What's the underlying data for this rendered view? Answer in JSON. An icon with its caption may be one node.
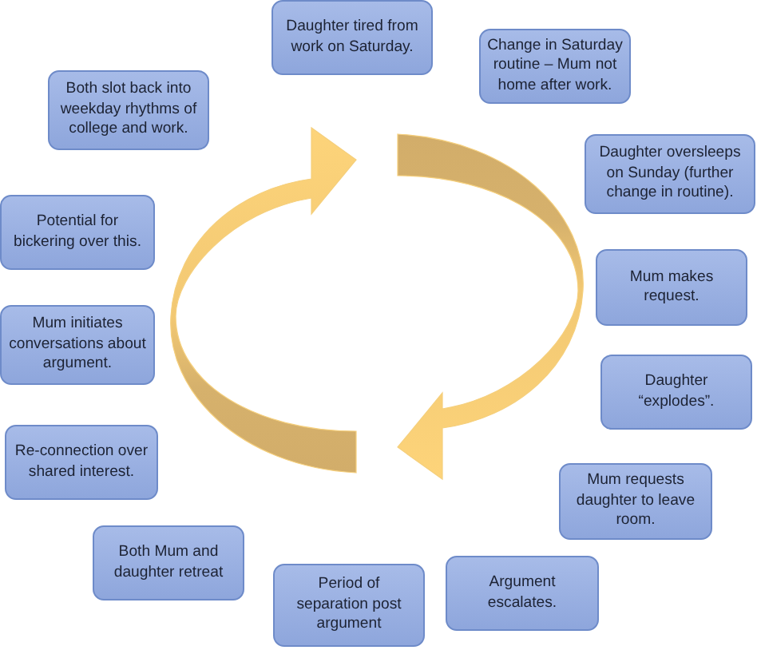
{
  "diagram": {
    "nodes": [
      {
        "text": [
          "Daughter tired from work on Saturday."
        ]
      },
      {
        "text": [
          "Change in Saturday routine – Mum not home after work."
        ]
      },
      {
        "text": [
          "Daughter oversleeps on Sunday (further change in routine)."
        ]
      },
      {
        "text": [
          "Mum makes request."
        ]
      },
      {
        "text": [
          "Daughter “explodes”."
        ]
      },
      {
        "text": [
          "Mum requests daughter to leave room."
        ]
      },
      {
        "text": [
          "Argument escalates."
        ]
      },
      {
        "text": [
          "Period of separation post argument"
        ]
      },
      {
        "text": [
          "Both Mum and daughter retreat"
        ]
      },
      {
        "text": [
          "Re-connection over shared interest."
        ]
      },
      {
        "text": [
          "Mum initiates conversations about argument."
        ]
      },
      {
        "text": [
          "Potential for bickering over this."
        ]
      },
      {
        "text": [
          "Both slot back into weekday rhythms of college and work."
        ]
      }
    ]
  }
}
